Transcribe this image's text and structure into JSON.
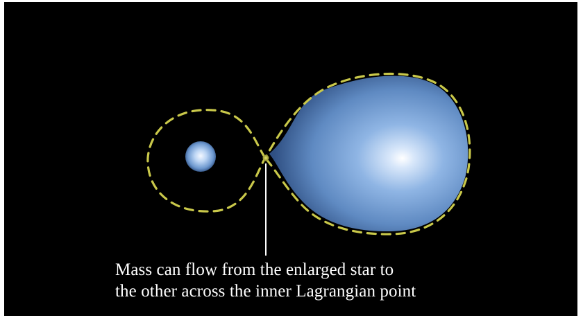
{
  "caption": {
    "line1": "Mass can flow from the enlarged star to",
    "line2": "the other across the inner Lagrangian point"
  },
  "colors": {
    "background": "#000000",
    "roche_lobe_outline": "#c9c84a",
    "star": "#7aa6d8",
    "pointer_line": "#ffffff",
    "caption_text": "#ffffff"
  },
  "diagram": {
    "elements": [
      "small-star",
      "enlarged-star",
      "roche-lobe-outline",
      "inner-lagrangian-point",
      "pointer-line"
    ]
  }
}
